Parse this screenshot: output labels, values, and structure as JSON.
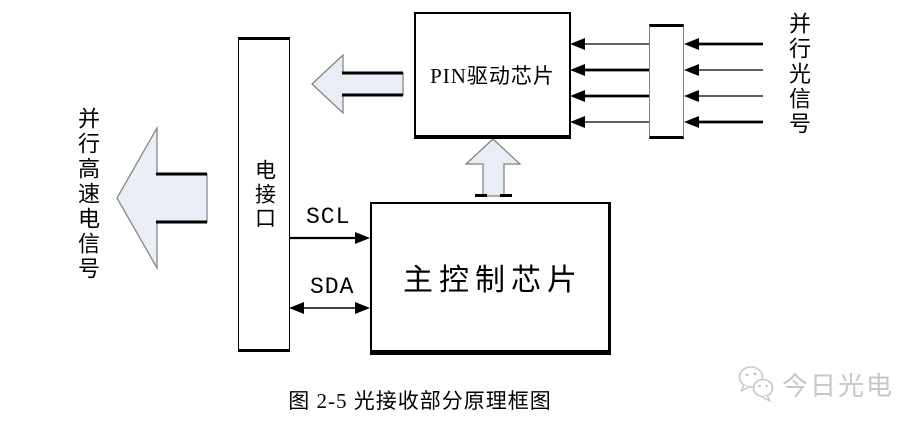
{
  "boxes": {
    "pin_chip": {
      "label": "PIN驱动芯片"
    },
    "main_chip": {
      "label": "主控制芯片"
    },
    "elec_interface": {
      "label": "电接口"
    }
  },
  "signals": {
    "left_output": {
      "label": "并行高速电信号",
      "direction": "left"
    },
    "right_input": {
      "label": "并行光信号",
      "direction": "left"
    }
  },
  "bus": {
    "scl_label": "SCL",
    "sda_label": "SDA"
  },
  "photodiode_array": {
    "count": 4,
    "fill_color": "#ffff00",
    "border_color": "#808080"
  },
  "caption": "图 2-5 光接收部分原理框图",
  "watermark": {
    "text": "今日光电",
    "icon": "wechat-icon",
    "color": "#c6c6c6"
  },
  "colors": {
    "block_arrow_fill": "#e8edf6",
    "block_arrow_stroke": "#7f7f7f",
    "line_color": "#000000",
    "background": "#ffffff"
  }
}
